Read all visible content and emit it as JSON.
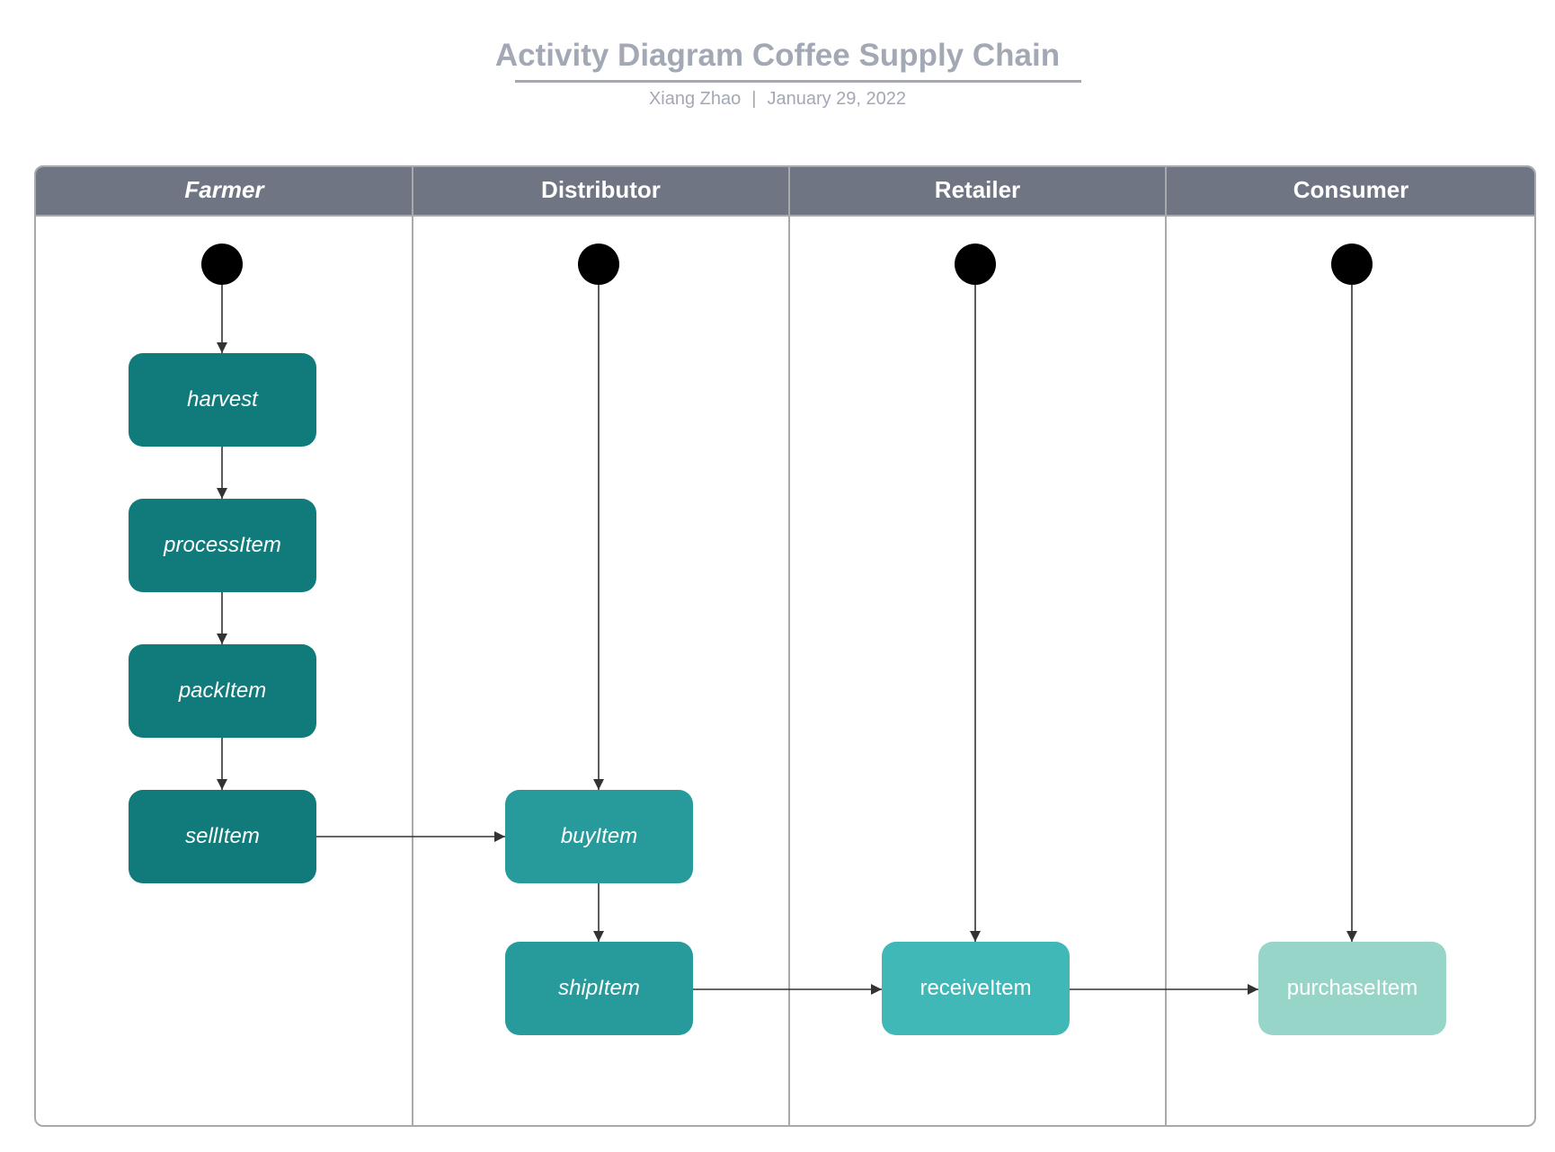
{
  "header": {
    "title": "Activity Diagram Coffee Supply Chain",
    "author": "Xiang Zhao",
    "separator": "|",
    "date": "January 29, 2022"
  },
  "lanes": [
    {
      "id": "farmer",
      "label": "Farmer",
      "italic": true
    },
    {
      "id": "distributor",
      "label": "Distributor",
      "italic": false
    },
    {
      "id": "retailer",
      "label": "Retailer",
      "italic": false
    },
    {
      "id": "consumer",
      "label": "Consumer",
      "italic": false
    }
  ],
  "activities": {
    "harvest": {
      "label": "harvest",
      "color": "#117a7a"
    },
    "processItem": {
      "label": "processItem",
      "color": "#117a7a"
    },
    "packItem": {
      "label": "packItem",
      "color": "#117a7a"
    },
    "sellItem": {
      "label": "sellItem",
      "color": "#117a7a"
    },
    "buyItem": {
      "label": "buyItem",
      "color": "#279b9b"
    },
    "shipItem": {
      "label": "shipItem",
      "color": "#279b9b"
    },
    "receiveItem": {
      "label": "receiveItem",
      "color": "#41b8b8"
    },
    "purchaseItem": {
      "label": "purchaseItem",
      "color": "#98d5c9"
    }
  },
  "flows": [
    [
      "start-farmer",
      "harvest"
    ],
    [
      "harvest",
      "processItem"
    ],
    [
      "processItem",
      "packItem"
    ],
    [
      "packItem",
      "sellItem"
    ],
    [
      "sellItem",
      "buyItem"
    ],
    [
      "start-distributor",
      "buyItem"
    ],
    [
      "buyItem",
      "shipItem"
    ],
    [
      "shipItem",
      "receiveItem"
    ],
    [
      "start-retailer",
      "receiveItem"
    ],
    [
      "receiveItem",
      "purchaseItem"
    ],
    [
      "start-consumer",
      "purchaseItem"
    ]
  ],
  "colors": {
    "header_bg": "#6f7582",
    "border": "#a7a9ac",
    "title_text": "#a3a8b5",
    "arrow": "#333333",
    "start_node": "#000000"
  }
}
